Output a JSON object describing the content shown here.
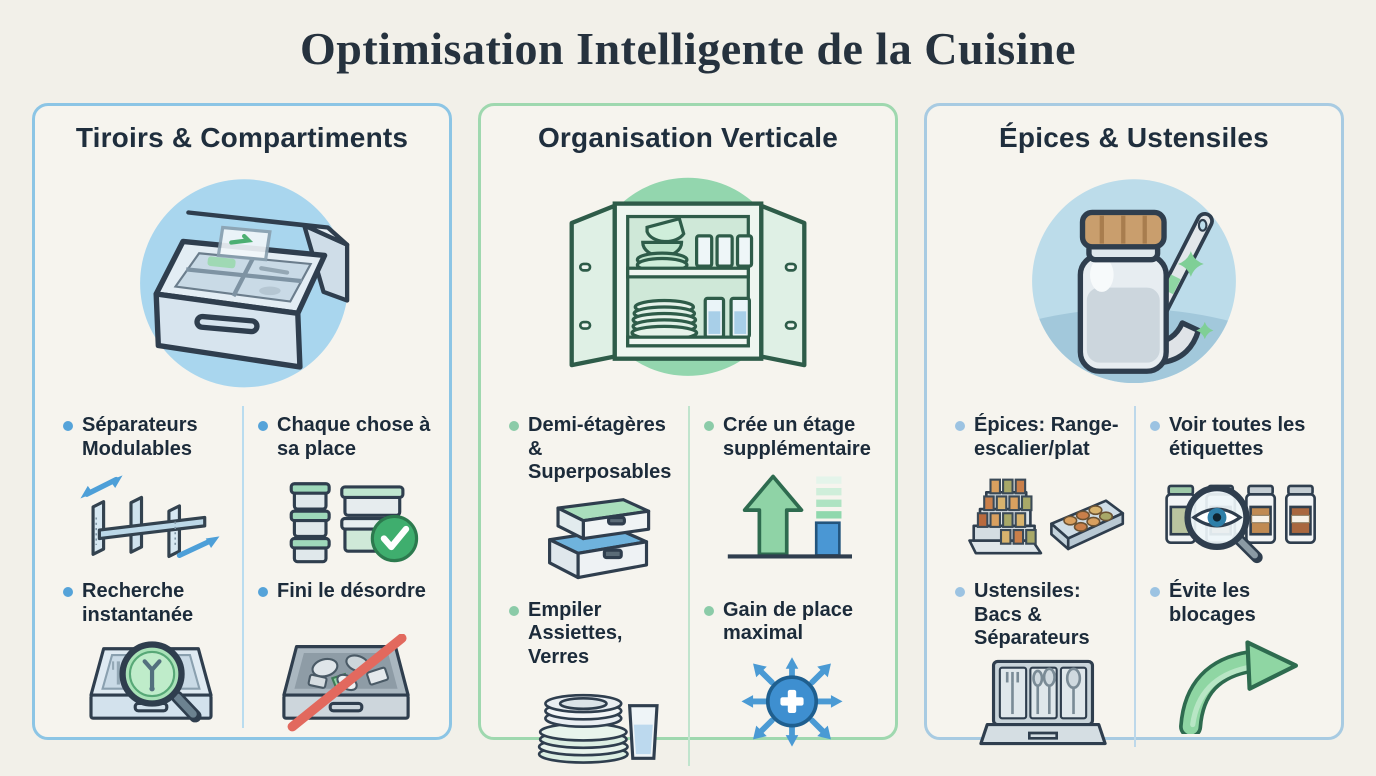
{
  "title": "Optimisation Intelligente de la Cuisine",
  "colors": {
    "page_background": "#f2f0e9",
    "panel1_border": "#8cc5e5",
    "panel2_border": "#9fd8af",
    "panel3_border": "#a8cbe2",
    "panel1_bullet": "#55a3d9",
    "panel2_bullet": "#8bcba8",
    "panel3_bullet": "#9cc3e2",
    "title_text": "#26323e",
    "label_text": "#1c2b3a",
    "hero1_circle": "#a9d6ee",
    "hero2_circle": "#93d6ae",
    "hero3_circle": "#bcdcea",
    "success_green": "#3fae6e",
    "alert_red": "#e2695e",
    "action_blue": "#3e8fd0"
  },
  "panels": [
    {
      "title": "Tiroirs & Compartiments",
      "hero_icon": "open-drawer-with-dividers",
      "items": [
        {
          "label": "Séparateurs Modulables",
          "icon": "adjustable-dividers"
        },
        {
          "label": "Chaque chose à sa place",
          "icon": "containers-with-checkmark"
        },
        {
          "label": "Recherche instantanée",
          "icon": "drawer-with-magnifier"
        },
        {
          "label": "Fini le désordre",
          "icon": "cluttered-drawer-crossed-out"
        }
      ]
    },
    {
      "title": "Organisation Verticale",
      "hero_icon": "open-cabinet-with-shelves",
      "items": [
        {
          "label": "Demi-étagères & Superposables",
          "icon": "stacked-storage-boxes"
        },
        {
          "label": "Crée un étage supplémentaire",
          "icon": "up-arrow-extra-level"
        },
        {
          "label": "Empiler Assiettes, Verres",
          "icon": "plate-stack-and-glass"
        },
        {
          "label": "Gain de place maximal",
          "icon": "expanding-arrows-plus"
        }
      ]
    },
    {
      "title": "Épices & Ustensiles",
      "hero_icon": "spice-jar-and-ladle",
      "items": [
        {
          "label": "Épices: Range-escalier/plat",
          "icon": "spice-step-rack-and-tray"
        },
        {
          "label": "Voir toutes les étiquettes",
          "icon": "eye-magnifier-over-jars"
        },
        {
          "label": "Ustensiles: Bacs & Séparateurs",
          "icon": "utensil-tray-compartments"
        },
        {
          "label": "Évite les blocages",
          "icon": "curved-green-arrow"
        }
      ]
    }
  ]
}
